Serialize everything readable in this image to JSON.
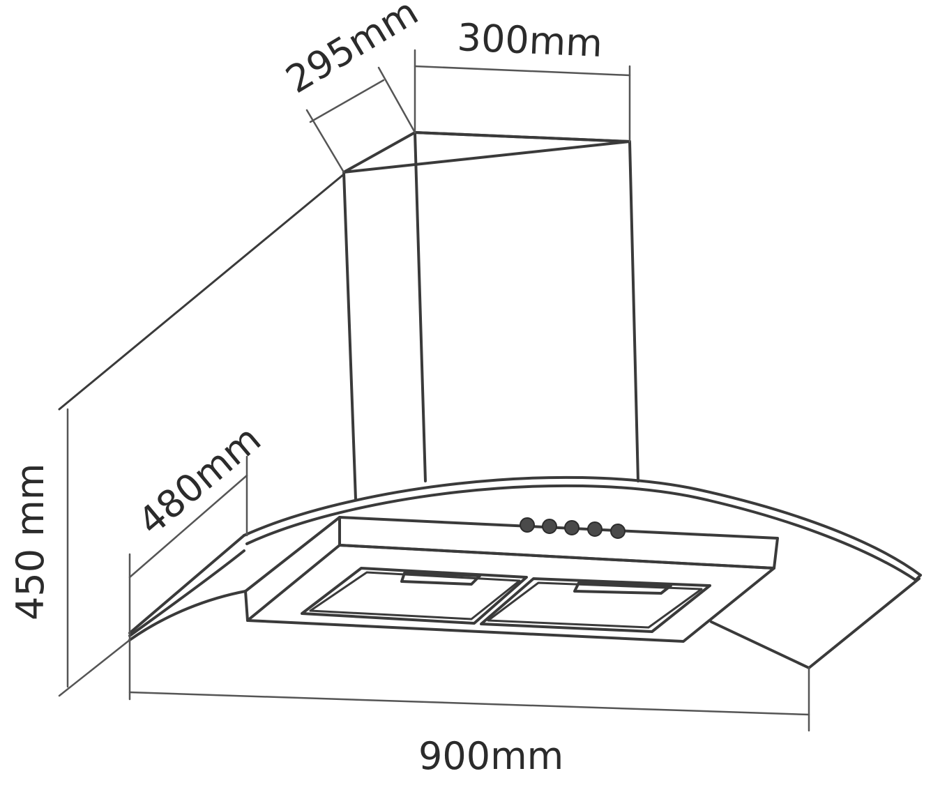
{
  "dimensions": {
    "duct_depth": "295mm",
    "duct_width": "300mm",
    "hood_depth": "480mm",
    "height": "450 mm",
    "width_value": "900",
    "width_unit": "mm"
  },
  "controls": {
    "knob_count": 5
  }
}
